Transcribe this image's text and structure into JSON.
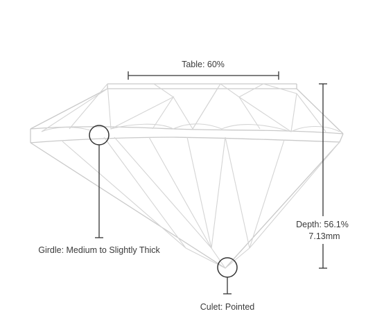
{
  "labels": {
    "table": "Table: 60%",
    "depth_line1": "Depth: 56.1%",
    "depth_line2": "7.13mm",
    "girdle": "Girdle: Medium to Slightly Thick",
    "culet": "Culet: Pointed"
  },
  "colors": {
    "outline": "#c9c9c9",
    "measure": "#333333",
    "text": "#3a3a3a"
  }
}
